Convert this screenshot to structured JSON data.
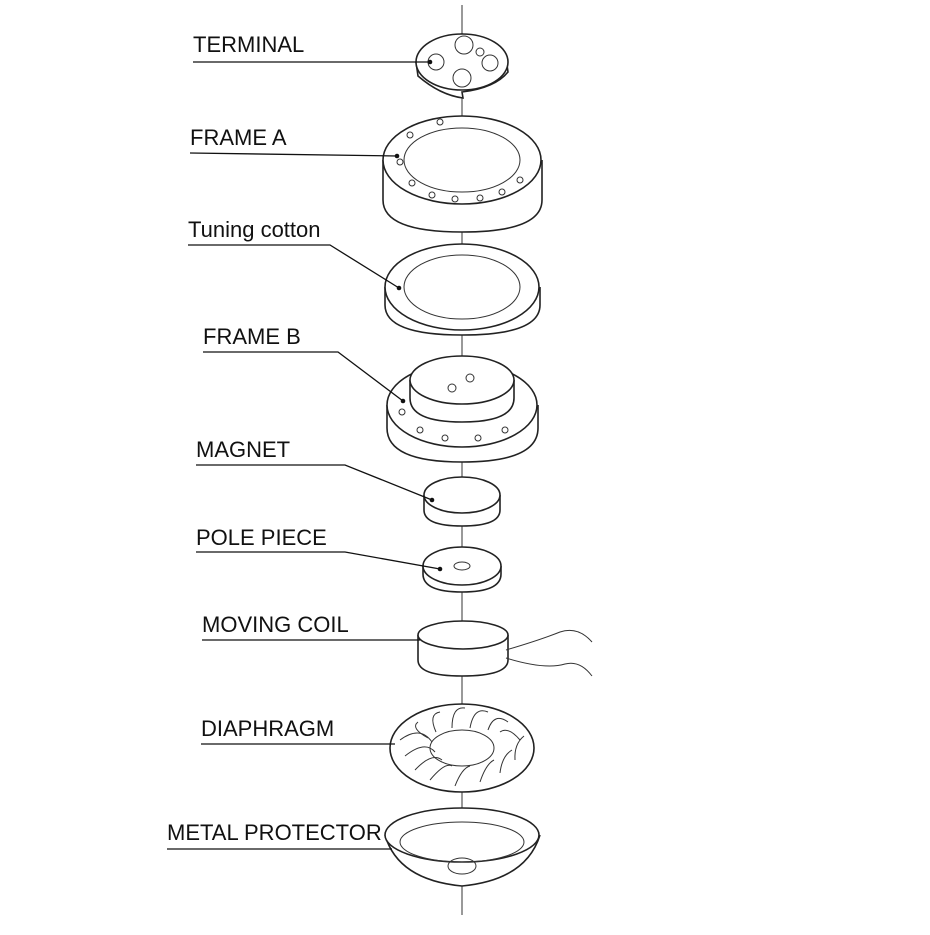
{
  "diagram": {
    "parts": [
      {
        "label": "TERMINAL"
      },
      {
        "label": "FRAME A"
      },
      {
        "label": "Tuning cotton"
      },
      {
        "label": "FRAME B"
      },
      {
        "label": "MAGNET"
      },
      {
        "label": "POLE PIECE"
      },
      {
        "label": "MOVING COIL"
      },
      {
        "label": "DIAPHRAGM"
      },
      {
        "label": "METAL PROTECTOR"
      }
    ],
    "colors": {
      "line": "#111111",
      "background": "#ffffff"
    }
  }
}
